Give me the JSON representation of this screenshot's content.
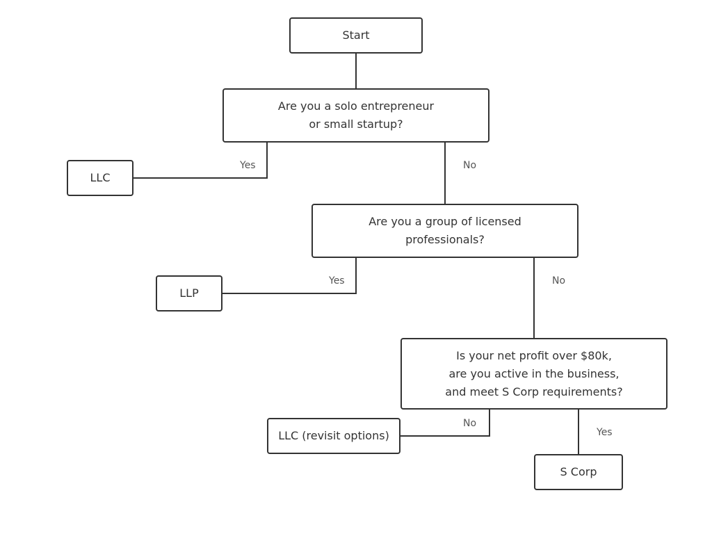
{
  "nodes": {
    "start": "Start",
    "q1": "Are you a solo entrepreneur\nor small startup?",
    "llc": "LLC",
    "q2": "Are you a group of licensed\nprofessionals?",
    "llp": "LLP",
    "q3": "Is your net profit over $80k,\nare you active in the business,\nand meet S Corp requirements?",
    "llc_revisit": "LLC (revisit options)",
    "s_corp": "S Corp"
  },
  "edges": {
    "q1_yes": "Yes",
    "q1_no": "No",
    "q2_yes": "Yes",
    "q2_no": "No",
    "q3_no": "No",
    "q3_yes": "Yes"
  }
}
